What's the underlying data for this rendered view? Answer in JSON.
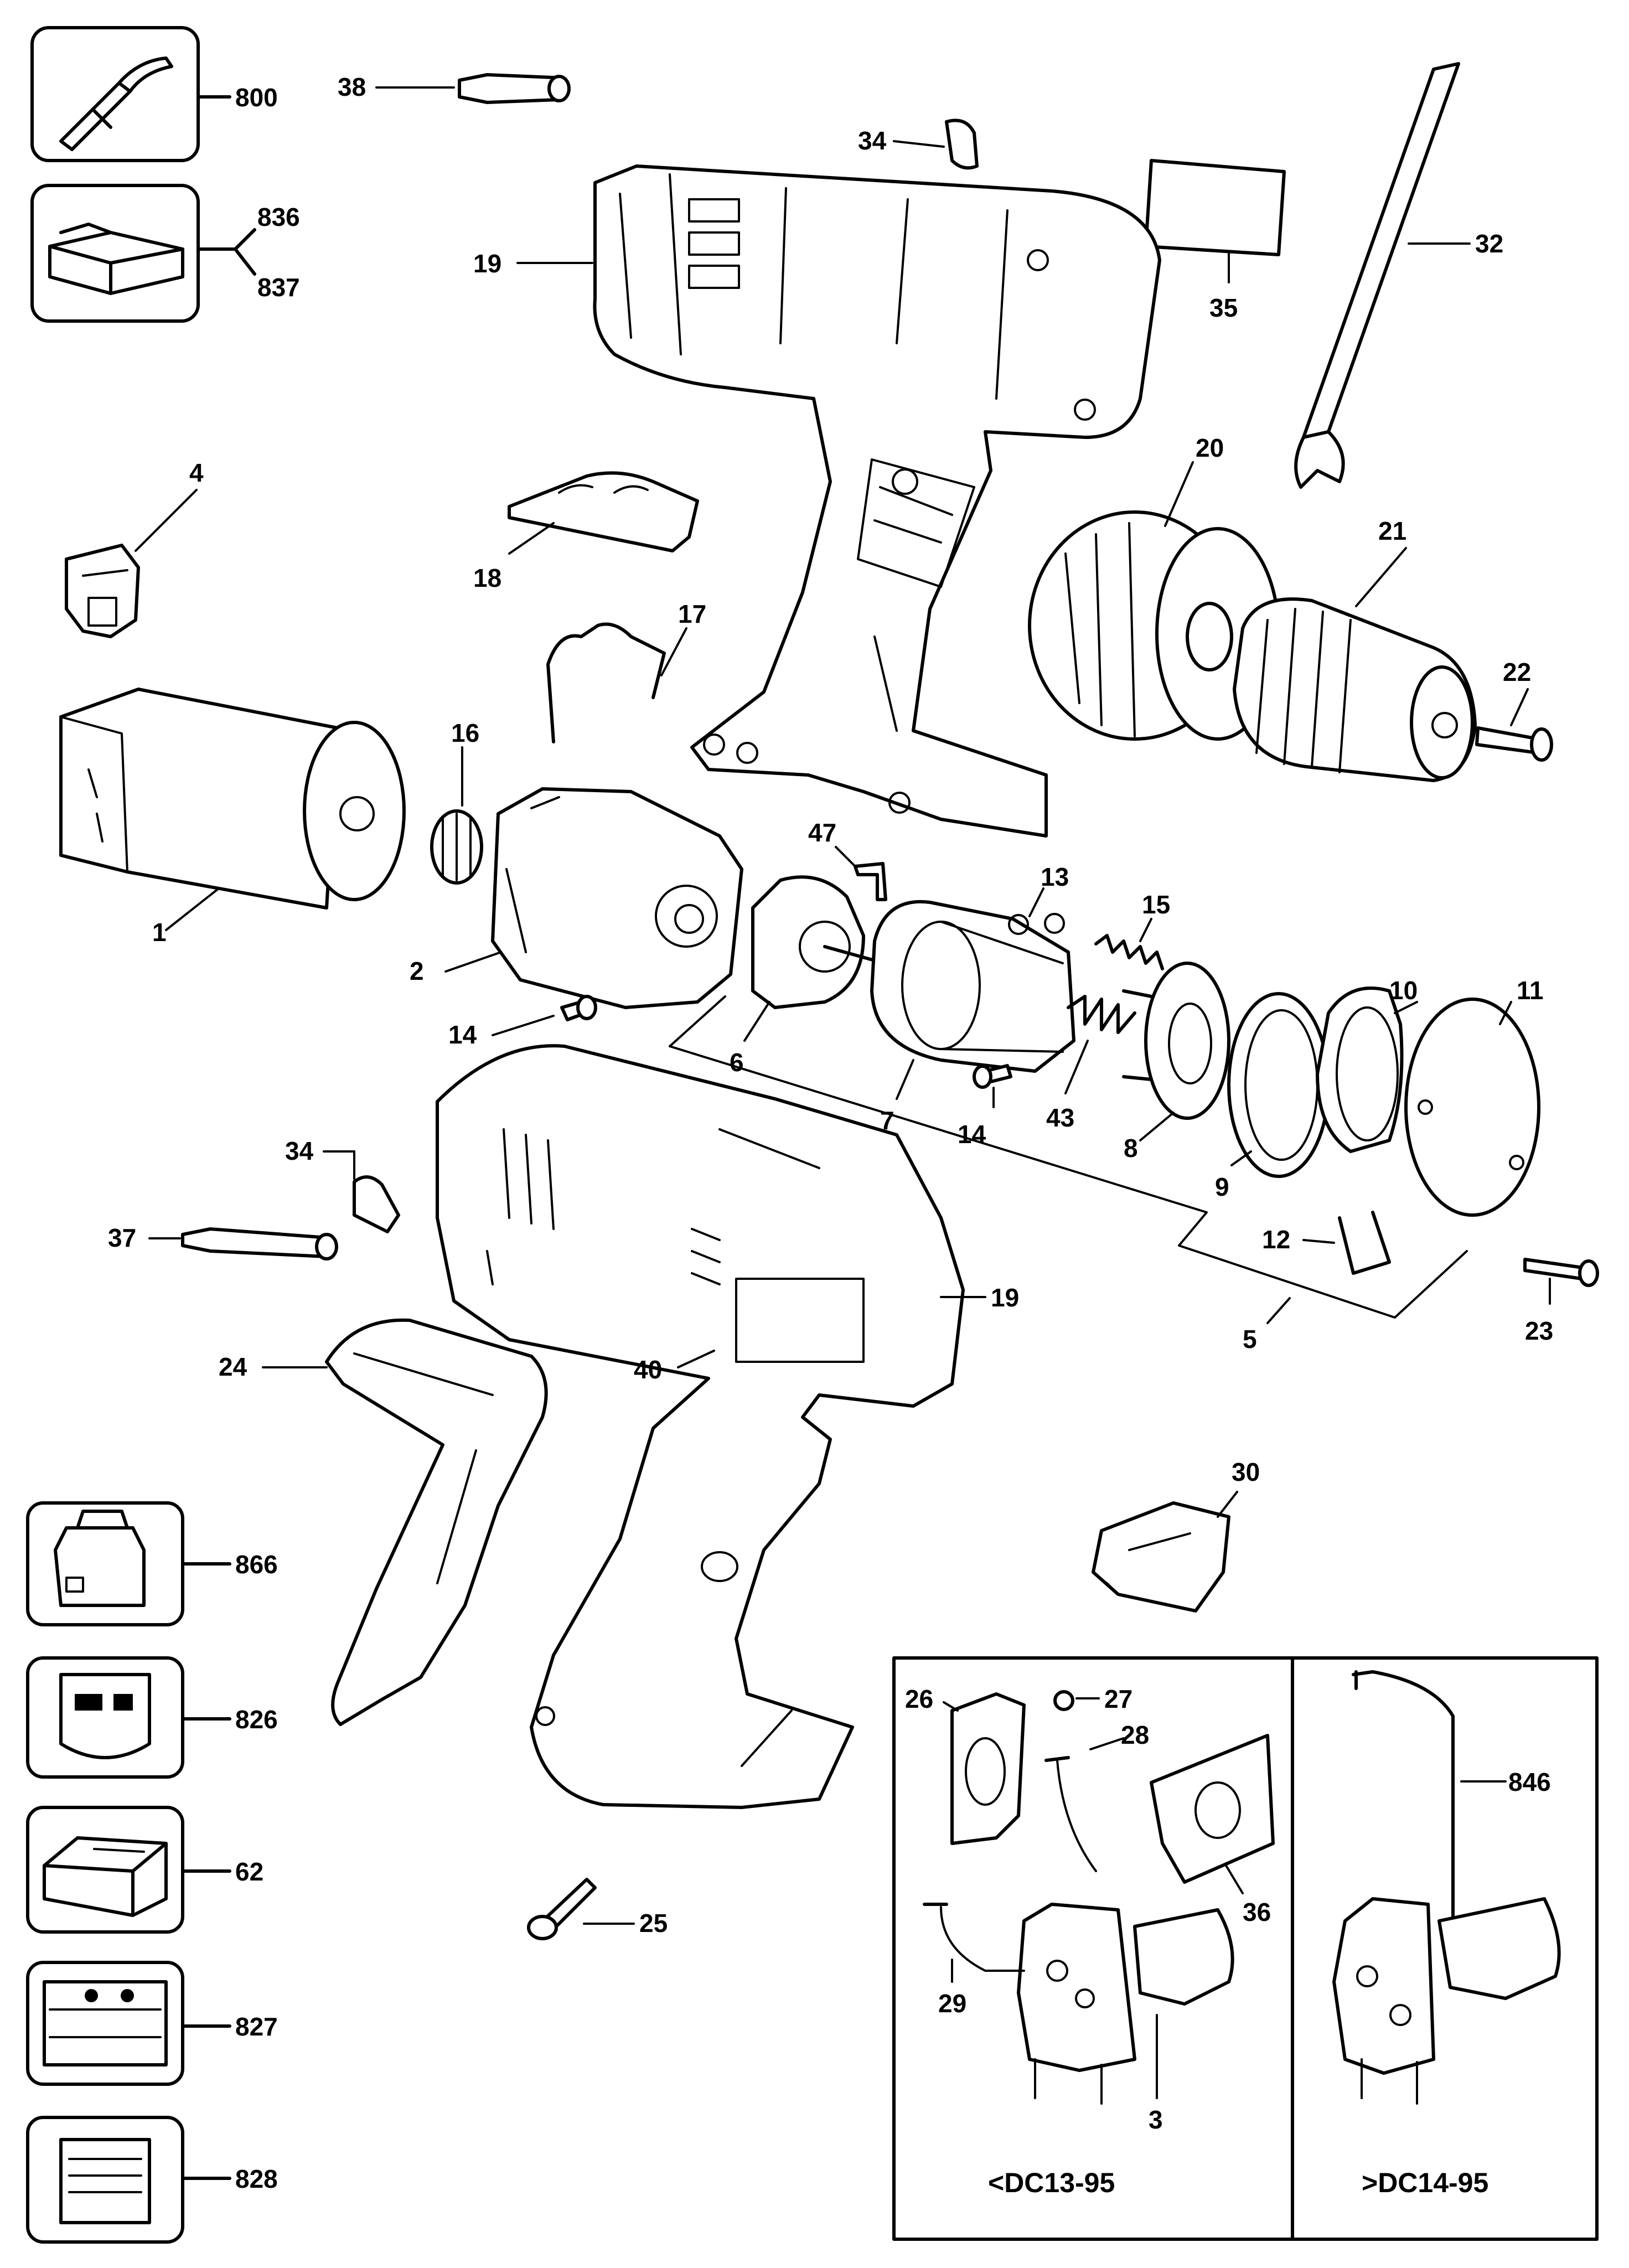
{
  "labels": {
    "p800": "800",
    "p836": "836",
    "p837": "837",
    "p38": "38",
    "p34a": "34",
    "p19a": "19",
    "p35": "35",
    "p32": "32",
    "p4": "4",
    "p18": "18",
    "p17": "17",
    "p20": "20",
    "p21": "21",
    "p22": "22",
    "p16": "16",
    "p1": "1",
    "p2": "2",
    "p47": "47",
    "p13": "13",
    "p15": "15",
    "p14a": "14",
    "p6": "6",
    "p7": "7",
    "p14b": "14",
    "p43": "43",
    "p8": "8",
    "p9": "9",
    "p10": "10",
    "p11": "11",
    "p34b": "34",
    "p37": "37",
    "p12": "12",
    "p19b": "19",
    "p5": "5",
    "p23": "23",
    "p24": "24",
    "p40": "40",
    "p30": "30",
    "p866": "866",
    "p826": "826",
    "p62": "62",
    "p827": "827",
    "p828": "828",
    "p25": "25",
    "p26": "26",
    "p27": "27",
    "p28": "28",
    "p36": "36",
    "p29": "29",
    "p3": "3",
    "p846": "846"
  },
  "insets": {
    "left_caption": "<DC13-95",
    "right_caption": ">DC14-95"
  }
}
